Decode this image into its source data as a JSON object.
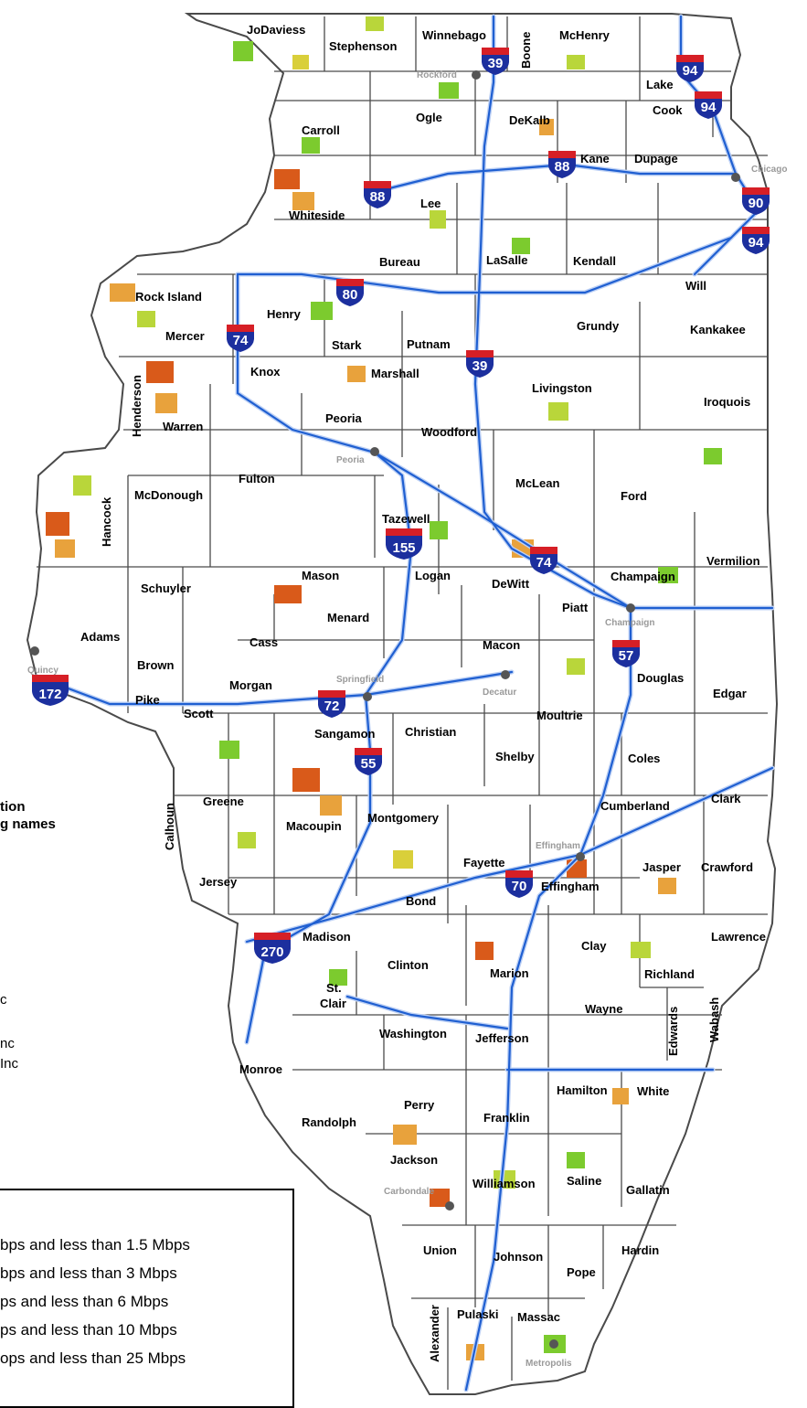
{
  "colors": {
    "county_fill": "#ffffff",
    "county_border": "#4a4a4a",
    "interstate": "#1f5fd1",
    "interstate_casing": "#bcd0f5",
    "shield_blue": "#1c2f9e",
    "shield_red": "#d61f26",
    "city_dot": "#555555",
    "city_label": "#9a9a9a",
    "speed_1": "#d95a1a",
    "speed_2": "#e8a23c",
    "speed_3": "#d9cf3a",
    "speed_4": "#b9d63a",
    "speed_5": "#7ccb2e"
  },
  "side_labels": {
    "title_line1": "tion",
    "title_line2": "g names",
    "entry1": "c",
    "entry2": "nc",
    "entry3": "Inc"
  },
  "legend": {
    "rows": [
      "bps and less than 1.5 Mbps",
      "bps and less than 3 Mbps",
      "ps and less than 6 Mbps",
      "ps and less than 10 Mbps",
      "ops and less than 25 Mbps"
    ]
  },
  "counties": [
    "JoDaviess",
    "Stephenson",
    "Winnebago",
    "Boone",
    "McHenry",
    "Lake",
    "Cook",
    "Carroll",
    "Ogle",
    "DeKalb",
    "Kane",
    "Dupage",
    "Whiteside",
    "Lee",
    "Bureau",
    "LaSalle",
    "Kendall",
    "Will",
    "Rock Island",
    "Henry",
    "Mercer",
    "Stark",
    "Putnam",
    "Grundy",
    "Kankakee",
    "Knox",
    "Marshall",
    "Livingston",
    "Iroquois",
    "Henderson",
    "Warren",
    "Peoria",
    "Woodford",
    "Fulton",
    "McLean",
    "Ford",
    "McDonough",
    "Hancock",
    "Tazewell",
    "Vermilion",
    "Mason",
    "Logan",
    "DeWitt",
    "Champaign",
    "Schuyler",
    "Piatt",
    "Menard",
    "Adams",
    "Cass",
    "Macon",
    "Brown",
    "Morgan",
    "Douglas",
    "Edgar",
    "Pike",
    "Scott",
    "Sangamon",
    "Christian",
    "Moultrie",
    "Shelby",
    "Coles",
    "Greene",
    "Montgomery",
    "Calhoun",
    "Cumberland",
    "Clark",
    "Macoupin",
    "Fayette",
    "Jasper",
    "Crawford",
    "Jersey",
    "Effingham",
    "Bond",
    "Madison",
    "Lawrence",
    "Clinton",
    "Clay",
    "Marion",
    "Richland",
    "St.",
    "Clair",
    "Wayne",
    "Edwards",
    "Wabash",
    "Washington",
    "Jefferson",
    "Monroe",
    "Hamilton",
    "White",
    "Perry",
    "Randolph",
    "Franklin",
    "Jackson",
    "Saline",
    "Williamson",
    "Gallatin",
    "Union",
    "Johnson",
    "Hardin",
    "Pope",
    "Alexander",
    "Pulaski",
    "Massac"
  ],
  "cities": [
    "Rockford",
    "Chicago",
    "Peoria",
    "Champaign",
    "Quincy",
    "Springfield",
    "Decatur",
    "Effingham",
    "Carbondale",
    "Metropolis"
  ],
  "interstates": [
    "39",
    "94",
    "94",
    "88",
    "88",
    "90",
    "94",
    "80",
    "74",
    "39",
    "155",
    "74",
    "57",
    "172",
    "72",
    "55",
    "70",
    "270"
  ]
}
